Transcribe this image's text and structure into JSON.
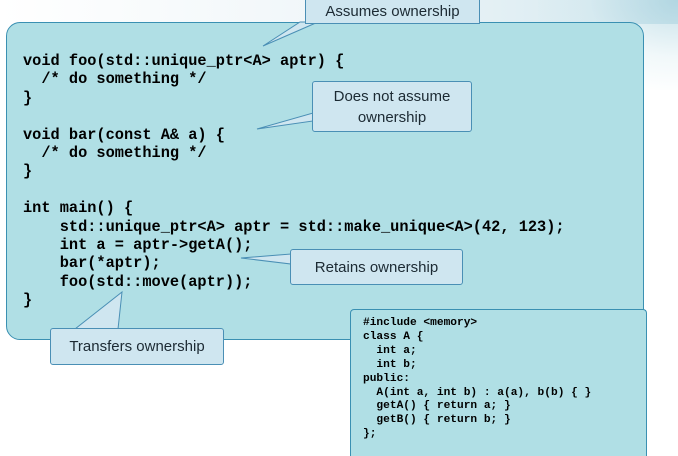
{
  "main_code": "void foo(std::unique_ptr<A> aptr) {\n  /* do something */\n}\n\nvoid bar(const A& a) {\n  /* do something */\n}\n\nint main() {\n    std::unique_ptr<A> aptr = std::make_unique<A>(42, 123);\n    int a = aptr->getA();\n    bar(*aptr);\n    foo(std::move(aptr));\n}",
  "side_code": "#include <memory>\nclass A {\n  int a;\n  int b;\npublic:\n  A(int a, int b) : a(a), b(b) { }\n  getA() { return a; }\n  getB() { return b; }\n};",
  "callouts": {
    "assumes": "Assumes ownership",
    "does_not_assume": "Does not assume ownership",
    "retains": "Retains ownership",
    "transfers": "Transfers ownership"
  },
  "colors": {
    "box_fill": "#b0dfe5",
    "box_border": "#3a90b2",
    "callout_fill": "#cfe6f0",
    "callout_border": "#4a8fb5"
  }
}
